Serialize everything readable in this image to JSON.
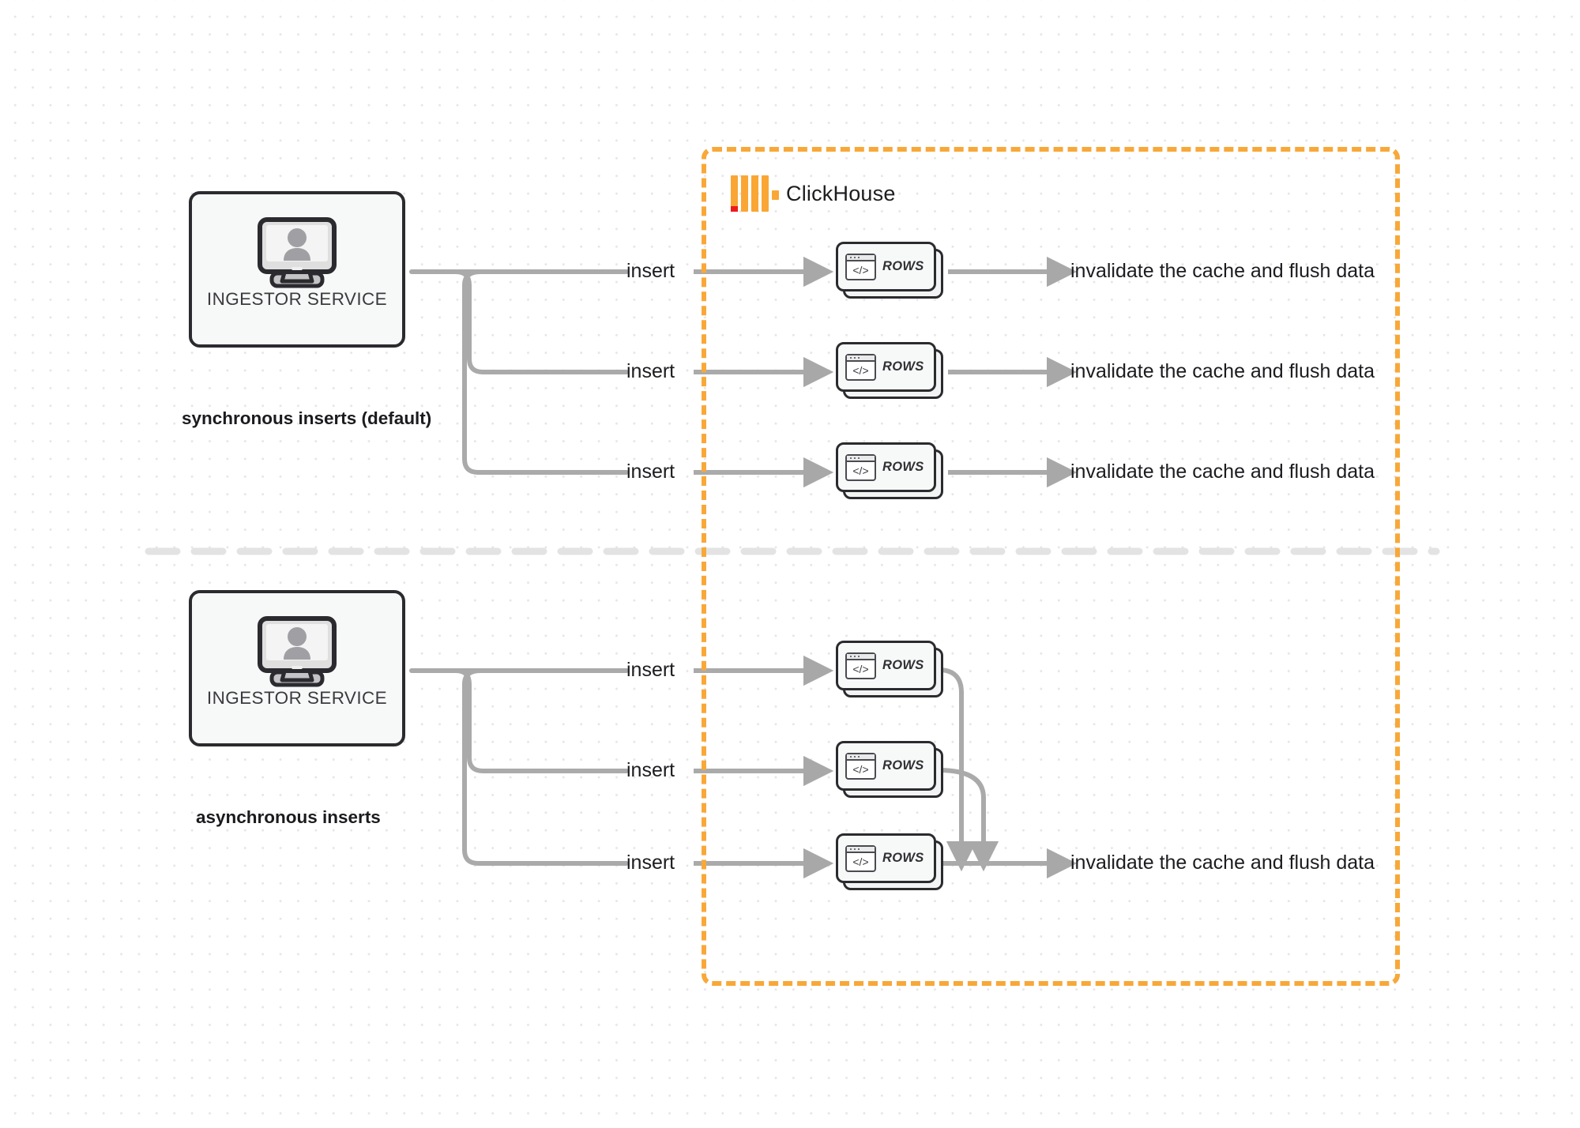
{
  "diagram": {
    "title": "ClickHouse synchronous vs asynchronous inserts",
    "colors": {
      "boundary": "#f8a838",
      "connector": "#a8a8a8",
      "node_border": "#2b2b2f",
      "node_fill": "#f7f8f8",
      "logo_yellow": "#faa634",
      "logo_red": "#ee1a1a",
      "background": "#ffffff",
      "grid_dot": "#e6e6e6",
      "divider": "#e0e0e0"
    }
  },
  "boundary": {
    "brand_name": "ClickHouse",
    "logo_name": "clickhouse-logo"
  },
  "sections": [
    {
      "id": "synchronous",
      "caption": "synchronous inserts (default)",
      "service": {
        "label": "INGESTOR SERVICE",
        "icon": "monitor-user-icon"
      },
      "rows": [
        {
          "edge_label": "insert",
          "card_label": "ROWS",
          "sink_label": "invalidate the cache and flush data"
        },
        {
          "edge_label": "insert",
          "card_label": "ROWS",
          "sink_label": "invalidate the cache and flush data"
        },
        {
          "edge_label": "insert",
          "card_label": "ROWS",
          "sink_label": "invalidate the cache and flush data"
        }
      ]
    },
    {
      "id": "asynchronous",
      "caption": "asynchronous inserts",
      "service": {
        "label": "INGESTOR SERVICE",
        "icon": "monitor-user-icon"
      },
      "rows": [
        {
          "edge_label": "insert",
          "card_label": "ROWS",
          "sink_label": ""
        },
        {
          "edge_label": "insert",
          "card_label": "ROWS",
          "sink_label": ""
        },
        {
          "edge_label": "insert",
          "card_label": "ROWS",
          "sink_label": "invalidate the cache and flush data"
        }
      ]
    }
  ]
}
